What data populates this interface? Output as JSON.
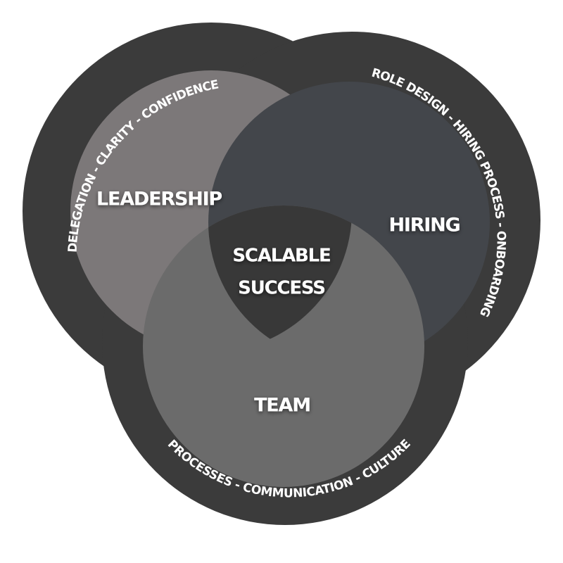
{
  "colors": {
    "outer_ring": "#3b3b3b",
    "leadership": "#7c7879",
    "hiring": "#43464b",
    "team": "#6b6b6b",
    "center": "#383838",
    "text": "#ffffff"
  },
  "circles": {
    "leadership": {
      "label": "LEADERSHIP"
    },
    "hiring": {
      "label": "HIRING"
    },
    "team": {
      "label": "TEAM"
    }
  },
  "center": {
    "line1": "SCALABLE",
    "line2": "SUCCESS"
  },
  "ring_text": {
    "leadership": "DELEGATION - CLARITY - CONFIDENCE",
    "hiring": "ROLE DESIGN - HIRING PROCESS - ONBOARDING",
    "team": "PROCESSES - COMMUNICATION - CULTURE"
  }
}
